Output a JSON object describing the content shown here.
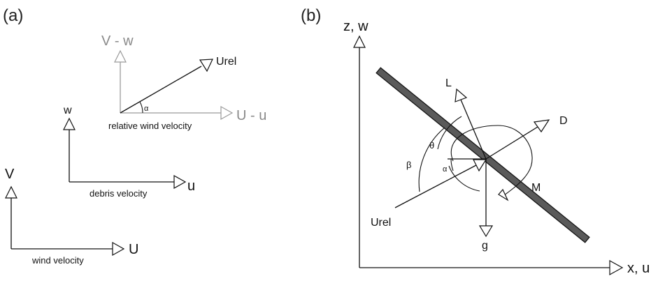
{
  "panel_a": {
    "label": "(a)",
    "wind": {
      "vertical": "V",
      "horizontal": "U",
      "caption": "wind velocity"
    },
    "debris": {
      "vertical": "w",
      "horizontal": "u",
      "caption": "debris velocity"
    },
    "relative": {
      "vertical": "V - w",
      "horizontal": "U - u",
      "resultant": "Urel",
      "angle": "α",
      "caption": "relative wind velocity"
    }
  },
  "panel_b": {
    "label": "(b)",
    "vertical_axis": "z, w",
    "horizontal_axis": "x, u",
    "lift": "L",
    "drag": "D",
    "moment": "M",
    "gravity": "g",
    "relative_velocity": "Urel",
    "angle_alpha": "α",
    "angle_beta": "β",
    "angle_theta": "θ"
  },
  "colors": {
    "line": "#111111",
    "gray_line": "#9a9a9a",
    "plate": "#5a5a5a"
  }
}
